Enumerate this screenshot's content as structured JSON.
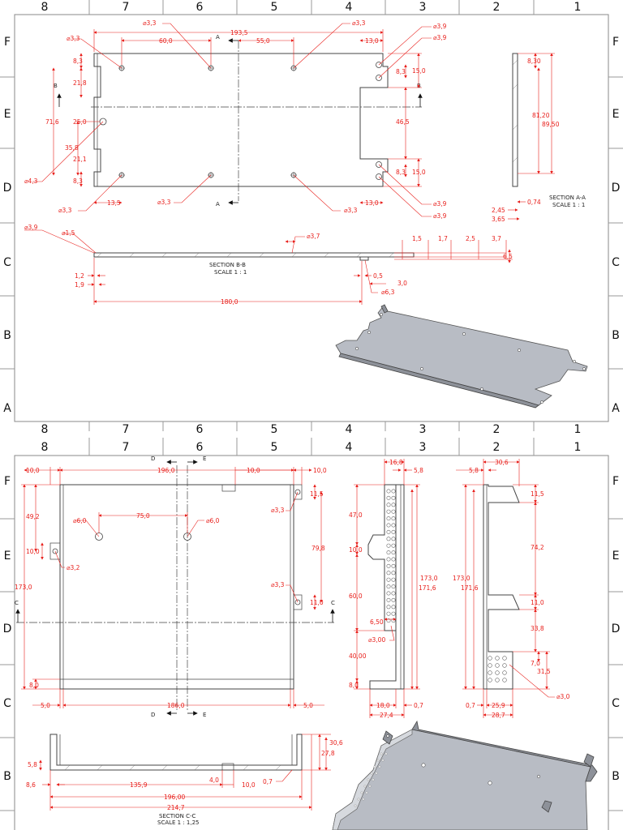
{
  "sheet1": {
    "zone_cols": [
      "8",
      "7",
      "6",
      "5",
      "4",
      "3",
      "2",
      "1"
    ],
    "zone_rows": [
      "F",
      "E",
      "D",
      "C",
      "B",
      "A"
    ],
    "section_aa": {
      "title": "SECTION A-A",
      "scale": "SCALE 1 : 1"
    },
    "section_bb": {
      "title": "SECTION B-B",
      "scale": "SCALE 1 : 1"
    },
    "labels": {
      "a_top": "A",
      "a_bottom": "A",
      "b_left": "B",
      "b_right": "B"
    },
    "dims": {
      "d_3_3_top_left": "⌀3,3",
      "d_60": "60,0",
      "d_3_3_top_mid": "⌀3,3",
      "d_193_5": "193,5",
      "d_55": "55,0",
      "d_3_3_top_right": "⌀3,3",
      "d_13_top": "13,0",
      "d_3_9_a": "⌀3,9",
      "d_3_9_b": "⌀3,9",
      "d_8_3_left_top": "8,3",
      "d_21_8": "21,8",
      "d_71_6": "71,6",
      "d_25": "25,0",
      "d_35_8": "35,8",
      "d_21_1": "21,1",
      "d_8_3_left_bottom": "8,3",
      "d_4_3": "⌀4,3",
      "d_3_3_bl": "⌀3,3",
      "d_13_5": "13,5",
      "d_3_3_bm": "⌀3,3",
      "d_3_3_br": "⌀3,3",
      "d_13_bottom": "13,0",
      "d_3_9_c": "⌀3,9",
      "d_3_9_d": "⌀3,9",
      "d_8_3_rt": "8,3",
      "d_15_top": "15,0",
      "d_46_5": "46,5",
      "d_8_3_rb": "8,3",
      "d_15_bottom": "15,0",
      "d_8_30": "8,30",
      "d_81_20": "81,20",
      "d_89_50": "89,50",
      "d_2_45": "2,45",
      "d_0_74": "0,74",
      "d_3_65": "3,65",
      "d_3_9_bb": "⌀3,9",
      "d_1_5_bb": "⌀1,5",
      "d_3_7_bb": "⌀3,7",
      "d_1_5": "1,5",
      "d_1_7": "1,7",
      "d_2_5": "2,5",
      "d_3_7": "3,7",
      "d_6_5": "6,5",
      "d_1_2": "1,2",
      "d_1_9": "1,9",
      "d_0_5": "0,5",
      "d_3_0": "3,0",
      "d_6_3": "⌀6,3",
      "d_180": "180,0"
    }
  },
  "sheet2": {
    "zone_cols": [
      "8",
      "7",
      "6",
      "5",
      "4",
      "3",
      "2",
      "1"
    ],
    "zone_rows": [
      "F",
      "E",
      "D",
      "C",
      "B"
    ],
    "section_cc": {
      "title": "SECTION C-C",
      "scale": "SCALE 1 : 1,25"
    },
    "labels": {
      "d_top": "D",
      "e_top": "E",
      "d_bottom": "D",
      "e_bottom": "E",
      "c_left": "C",
      "c_right": "C"
    },
    "dims": {
      "d_10_tl": "10,0",
      "d_196": "196,0",
      "d_10_tm": "10,0",
      "d_10_tr": "10,0",
      "d_11_5": "11,5",
      "d_3_3_a": "⌀3,3",
      "d_49_2": "49,2",
      "d_6_a": "⌀6,0",
      "d_75": "75,0",
      "d_6_b": "⌀6,0",
      "d_10_l": "10,0",
      "d_3_2": "⌀3,2",
      "d_79_8": "79,8",
      "d_173": "173,0",
      "d_3_3_b": "⌀3,3",
      "d_11": "11,0",
      "d_8": "8,0",
      "d_5_l": "5,0",
      "d_186": "186,0",
      "d_5_r": "5,0",
      "s_16_8": "16,8",
      "s_5_8": "5,8",
      "s_47": "47,0",
      "s_10": "10,0",
      "s_173": "173,0",
      "s_171_6": "171,6",
      "s_60": "60,0",
      "s_6_50": "6,50",
      "s_3_00": "⌀3,00",
      "s_40": "40,00",
      "s_8": "8,0",
      "s_18": "18,0",
      "s_0_7": "0,7",
      "s_27_4": "27,4",
      "r_5_8": "5,8",
      "r_30_6": "30,6",
      "r_11_5": "11,5",
      "r_173": "173,0",
      "r_171_6": "171,6",
      "r_74_2": "74,2",
      "r_11": "11,0",
      "r_33_8": "33,8",
      "r_7": "7,0",
      "r_31_5": "31,5",
      "r_3_0": "⌀3,0",
      "r_0_7": "0,7",
      "r_25_9": "25,9",
      "r_28_7": "28,7",
      "c_30_6": "30,6",
      "c_27_8": "27,8",
      "c_5_8": "5,8",
      "c_8_6": "8,6",
      "c_135_9": "135,9",
      "c_4": "4,0",
      "c_10": "10,0",
      "c_0_7": "0,7",
      "c_196": "196,00",
      "c_214_7": "214,7"
    }
  }
}
